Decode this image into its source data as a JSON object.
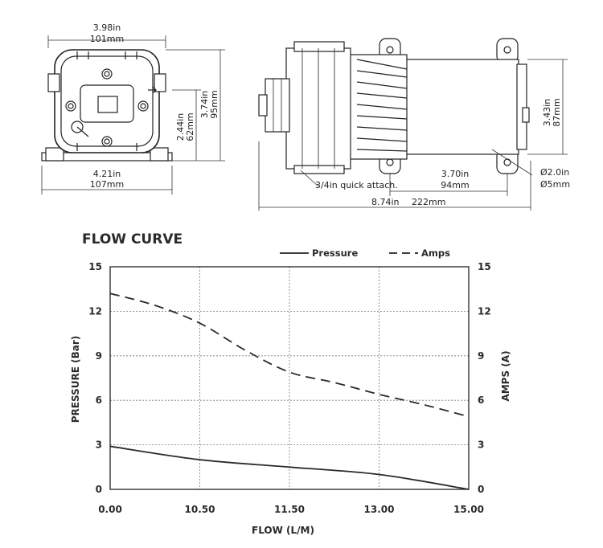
{
  "drawing": {
    "front_width_in": "3.98in",
    "front_width_mm": "101mm",
    "base_width_in": "4.21in",
    "base_width_mm": "107mm",
    "inner_height_in": "2.44in",
    "inner_height_mm": "62mm",
    "total_height_in": "3.74in",
    "total_height_mm": "95mm",
    "motor_height_in": "3.43in",
    "motor_height_mm": "87mm",
    "hole_spacing_in": "3.70in",
    "hole_spacing_mm": "94mm",
    "total_length_in": "8.74in",
    "total_length_mm": "222mm",
    "hole_dia_in": "Ø2.0in",
    "hole_dia_mm": "Ø5mm",
    "port_label": "3/4in quick attach."
  },
  "chart_data": {
    "type": "line",
    "title": "FLOW CURVE",
    "xlabel": "FLOW (L/M)",
    "ylabel": "PRESSURE (Bar)",
    "y2label": "AMPS (A)",
    "x_ticks": [
      "0.00",
      "10.50",
      "11.50",
      "13.00",
      "15.00"
    ],
    "y_ticks": [
      "0",
      "3",
      "6",
      "9",
      "12",
      "15"
    ],
    "y2_ticks": [
      "0",
      "3",
      "6",
      "9",
      "12",
      "15"
    ],
    "ylim": [
      0,
      15
    ],
    "y2lim": [
      0,
      15
    ],
    "grid": true,
    "legend_position": "top-right",
    "series": [
      {
        "name": "Pressure",
        "style": "solid",
        "x": [
          0,
          1,
          2,
          3,
          4
        ],
        "y": [
          2.9,
          2.0,
          1.5,
          1.0,
          0
        ]
      },
      {
        "name": "Amps",
        "style": "dashed",
        "x": [
          0,
          0.5,
          1,
          1.5,
          2,
          2.5,
          3,
          3.5,
          4
        ],
        "y": [
          13.2,
          12.4,
          11.2,
          9.4,
          7.9,
          7.2,
          6.4,
          5.7,
          4.9
        ]
      }
    ]
  }
}
